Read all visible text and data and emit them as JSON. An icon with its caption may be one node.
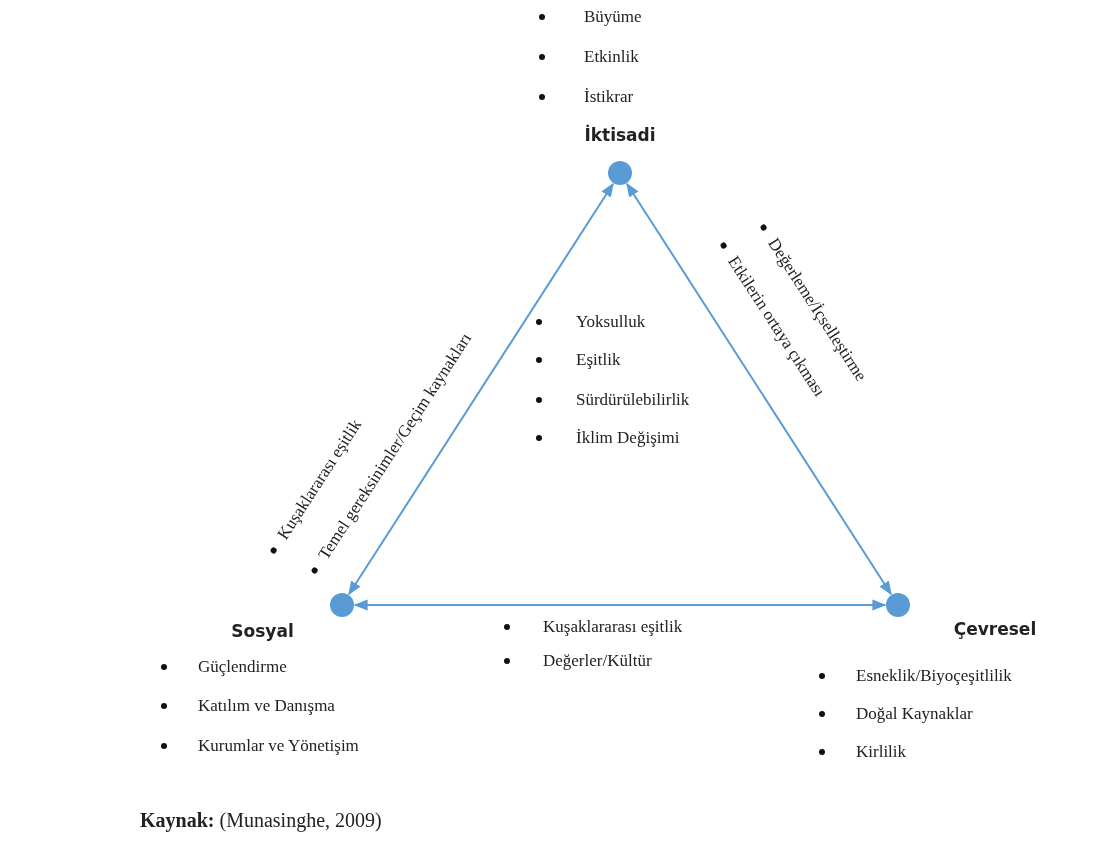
{
  "diagram": {
    "caption": "**Kaynak:** (Munasinghe, 2009)",
    "nodes": [
      {
        "text": [
          "İktisadi"
        ],
        "beside": [
          "Büyüme",
          "Etkinlik",
          "İstikrar"
        ]
      },
      {
        "text": [
          "Sosyal"
        ],
        "beside": [
          "Güçlendirme",
          "Katılım ve Danışma",
          "Kurumlar ve Yönetişim"
        ]
      },
      {
        "text": [
          "Çevresel"
        ],
        "beside": [
          "Esneklik/Biyoçeşitlilik",
          "Doğal Kaynaklar",
          "Kirlilik"
        ]
      }
    ],
    "edges": [
      {
        "from": 1,
        "to": 0,
        "arrow": "both"
      },
      {
        "from": 0,
        "to": 2,
        "arrow": "both"
      },
      {
        "from": 1,
        "to": 2,
        "arrow": "both"
      }
    ],
    "labels": [
      "Kuşaklararası eşitlik",
      "Temel gereksinimler/Geçim kaynakları",
      "Değerleme/İçselleştirme",
      "Etkilerin ortaya çıkması",
      "Yoksulluk",
      "Eşitlik",
      "Sürdürülebilirlik",
      "İklim Değişimi",
      "Kuşaklararası eşitlik",
      "Değerler/Kültür"
    ]
  }
}
